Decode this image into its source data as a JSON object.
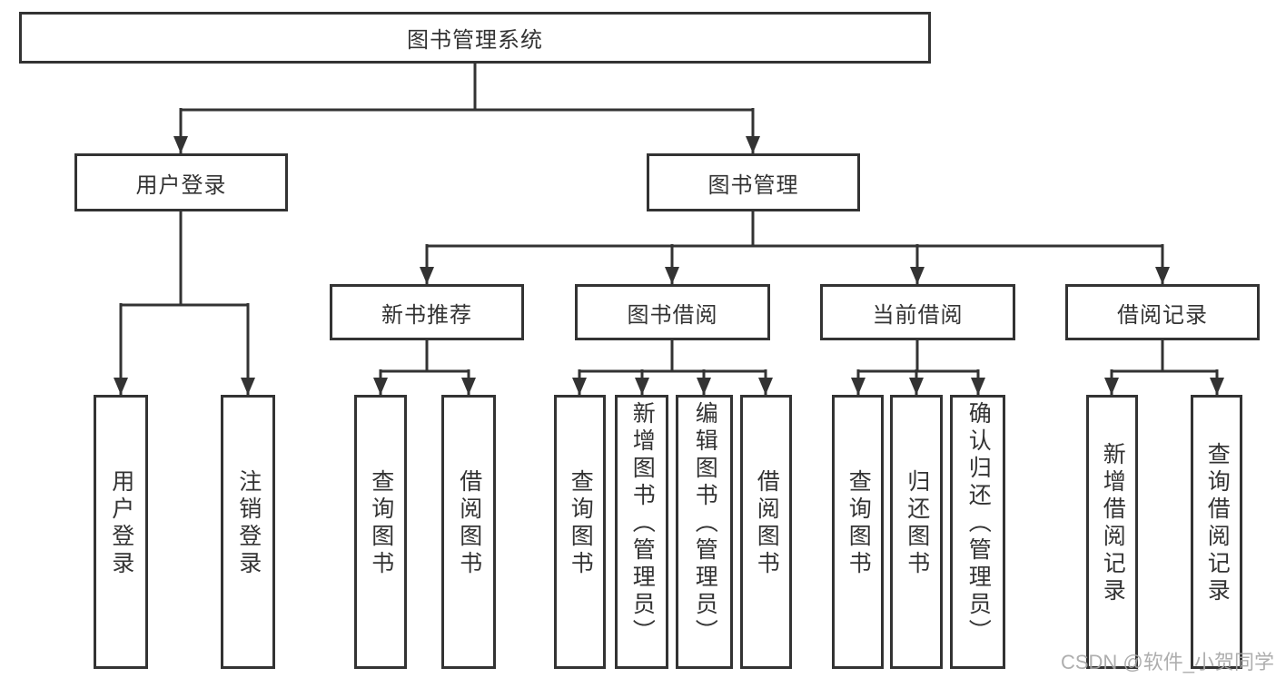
{
  "root": {
    "label": "图书管理系统"
  },
  "branches": [
    {
      "label": "用户登录",
      "leaves": [
        {
          "label": "用户登录"
        },
        {
          "label": "注销登录"
        }
      ]
    },
    {
      "label": "图书管理",
      "groups": [
        {
          "label": "新书推荐",
          "leaves": [
            {
              "label": "查询图书"
            },
            {
              "label": "借阅图书"
            }
          ]
        },
        {
          "label": "图书借阅",
          "leaves": [
            {
              "label": "查询图书"
            },
            {
              "label": "新增图书（管理员）"
            },
            {
              "label": "编辑图书（管理员）"
            },
            {
              "label": "借阅图书"
            }
          ]
        },
        {
          "label": "当前借阅",
          "leaves": [
            {
              "label": "查询图书"
            },
            {
              "label": "归还图书"
            },
            {
              "label": "确认归还（管理员）"
            }
          ]
        },
        {
          "label": "借阅记录",
          "leaves": [
            {
              "label": "新增借阅记录"
            },
            {
              "label": "查询借阅记录"
            }
          ]
        }
      ]
    }
  ],
  "watermark": {
    "text": "CSDN @软件_小贺同学"
  },
  "colors": {
    "line": "#333333",
    "box_border": "#333333",
    "text": "#333333",
    "watermark": "#a6a6a6",
    "background": "#ffffff"
  }
}
